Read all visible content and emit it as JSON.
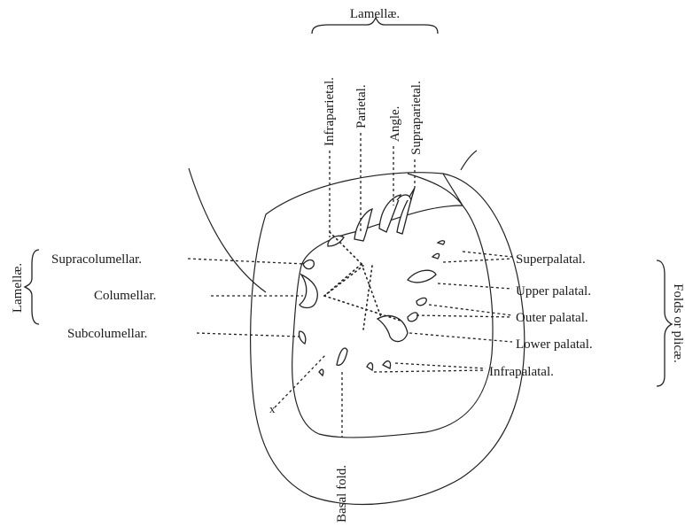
{
  "labels": {
    "lamellae_top": "Lamellæ.",
    "lamellae_left": "Lamellæ.",
    "folds_right": "Folds or plicæ.",
    "infraparietal": "Infraparietal.",
    "parietal": "Parietal.",
    "angle": "Angle.",
    "supraparietal": "Supraparietal.",
    "supracolumellar": "Supracolumellar.",
    "columellar": "Columellar.",
    "subcolumellar": "Subcolumellar.",
    "superpalatal": "Superpalatal.",
    "upper_palatal": "Upper palatal.",
    "outer_palatal": "Outer palatal.",
    "lower_palatal": "Lower palatal.",
    "infrapalatal": "Infrapalatal.",
    "basal_fold": "Basal fold.",
    "x_mark": "x"
  }
}
